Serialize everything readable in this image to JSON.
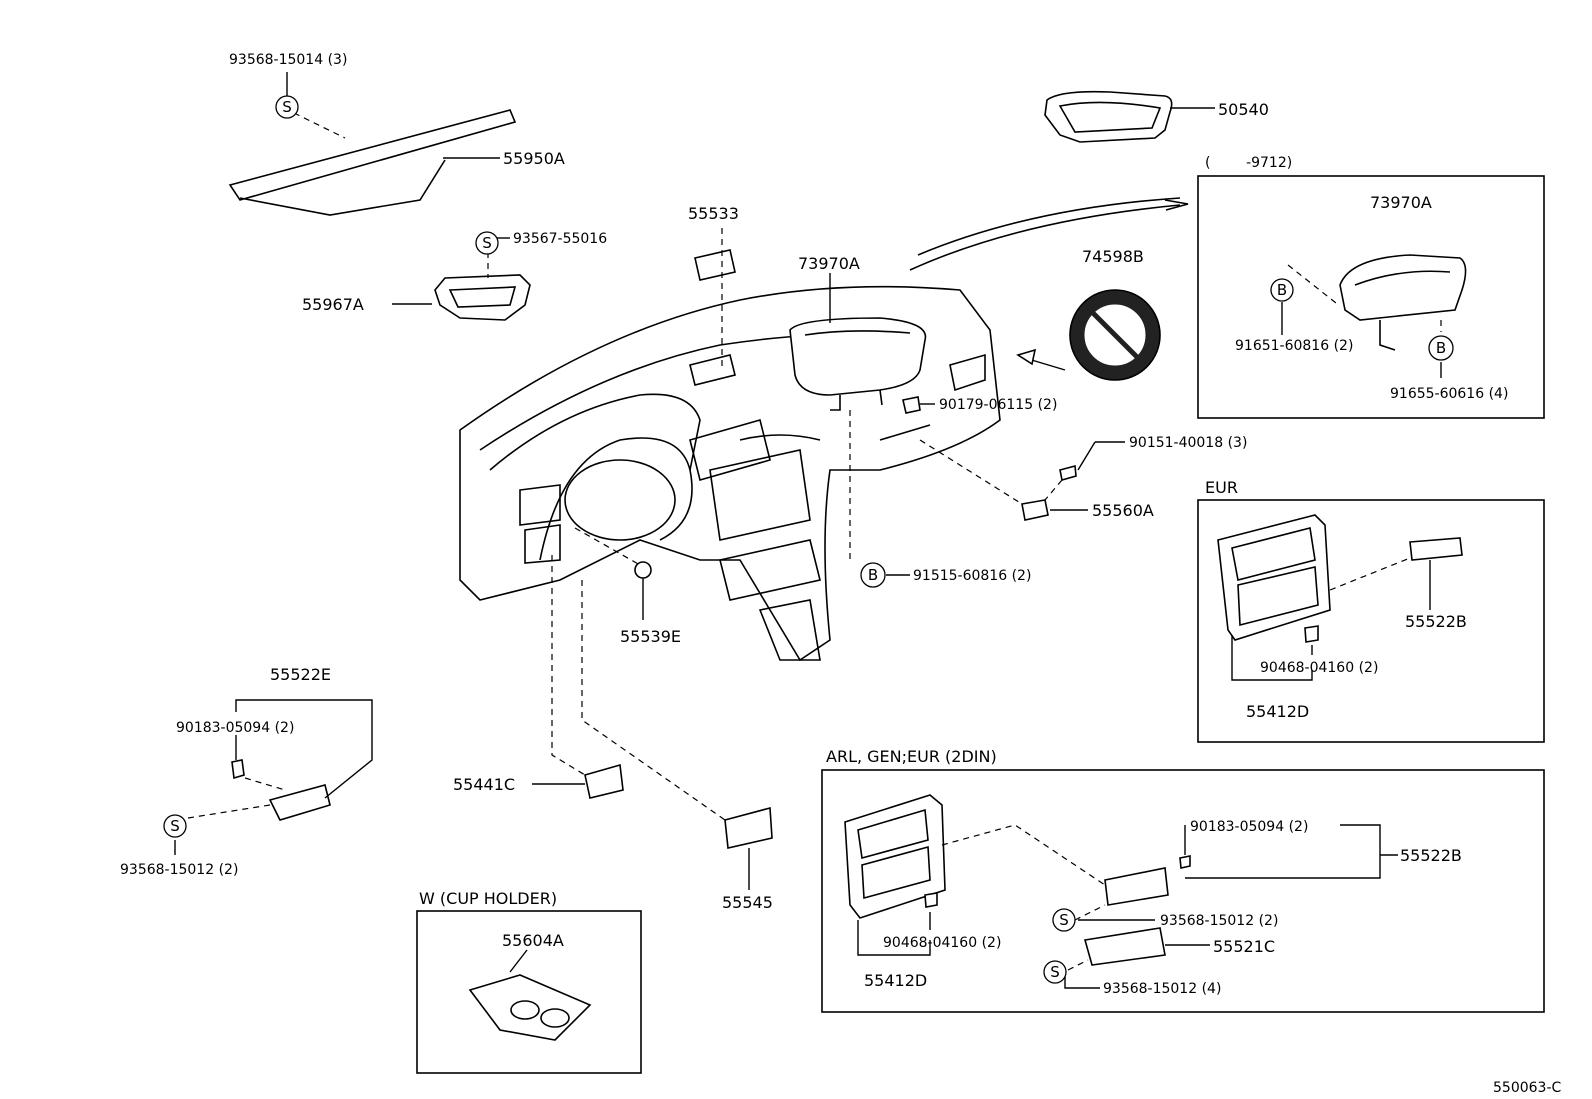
{
  "labels": {
    "p93568_15014": "93568-15014 (3)",
    "p55950A": "55950A",
    "p93567_55016": "93567-55016",
    "p55967A": "55967A",
    "p55533": "55533",
    "p73970A": "73970A",
    "p74598B": "74598B",
    "p50540": "50540",
    "p90179_06115": "90179-06115 (2)",
    "p90151_40018": "90151-40018 (3)",
    "p55560A": "55560A",
    "p91515_60816": "91515-60816 (2)",
    "p55539E": "55539E",
    "p55522E": "55522E",
    "p90183_05094_l": "90183-05094 (2)",
    "p93568_15012_l": "93568-15012 (2)",
    "p55441C": "55441C",
    "p55545": "55545",
    "p55604A": "55604A",
    "code": "550063-C"
  },
  "inset_9712": {
    "title": "(        -9712)",
    "p73970A": "73970A",
    "p91651": "91651-60816 (2)",
    "p91655": "91655-60616 (4)"
  },
  "inset_eur": {
    "title": "EUR",
    "p55522B": "55522B",
    "p90468": "90468-04160 (2)",
    "p55412D": "55412D"
  },
  "inset_2din": {
    "title": "ARL, GEN;EUR (2DIN)",
    "p90183": "90183-05094 (2)",
    "p55522B": "55522B",
    "p93568_a": "93568-15012 (2)",
    "p90468": "90468-04160 (2)",
    "p55521C": "55521C",
    "p55412D": "55412D",
    "p93568_b": "93568-15012 (4)"
  },
  "inset_cup": {
    "title": "W (CUP HOLDER)",
    "p55604A": "55604A"
  },
  "symbols": {
    "s": "S",
    "b": "B"
  }
}
